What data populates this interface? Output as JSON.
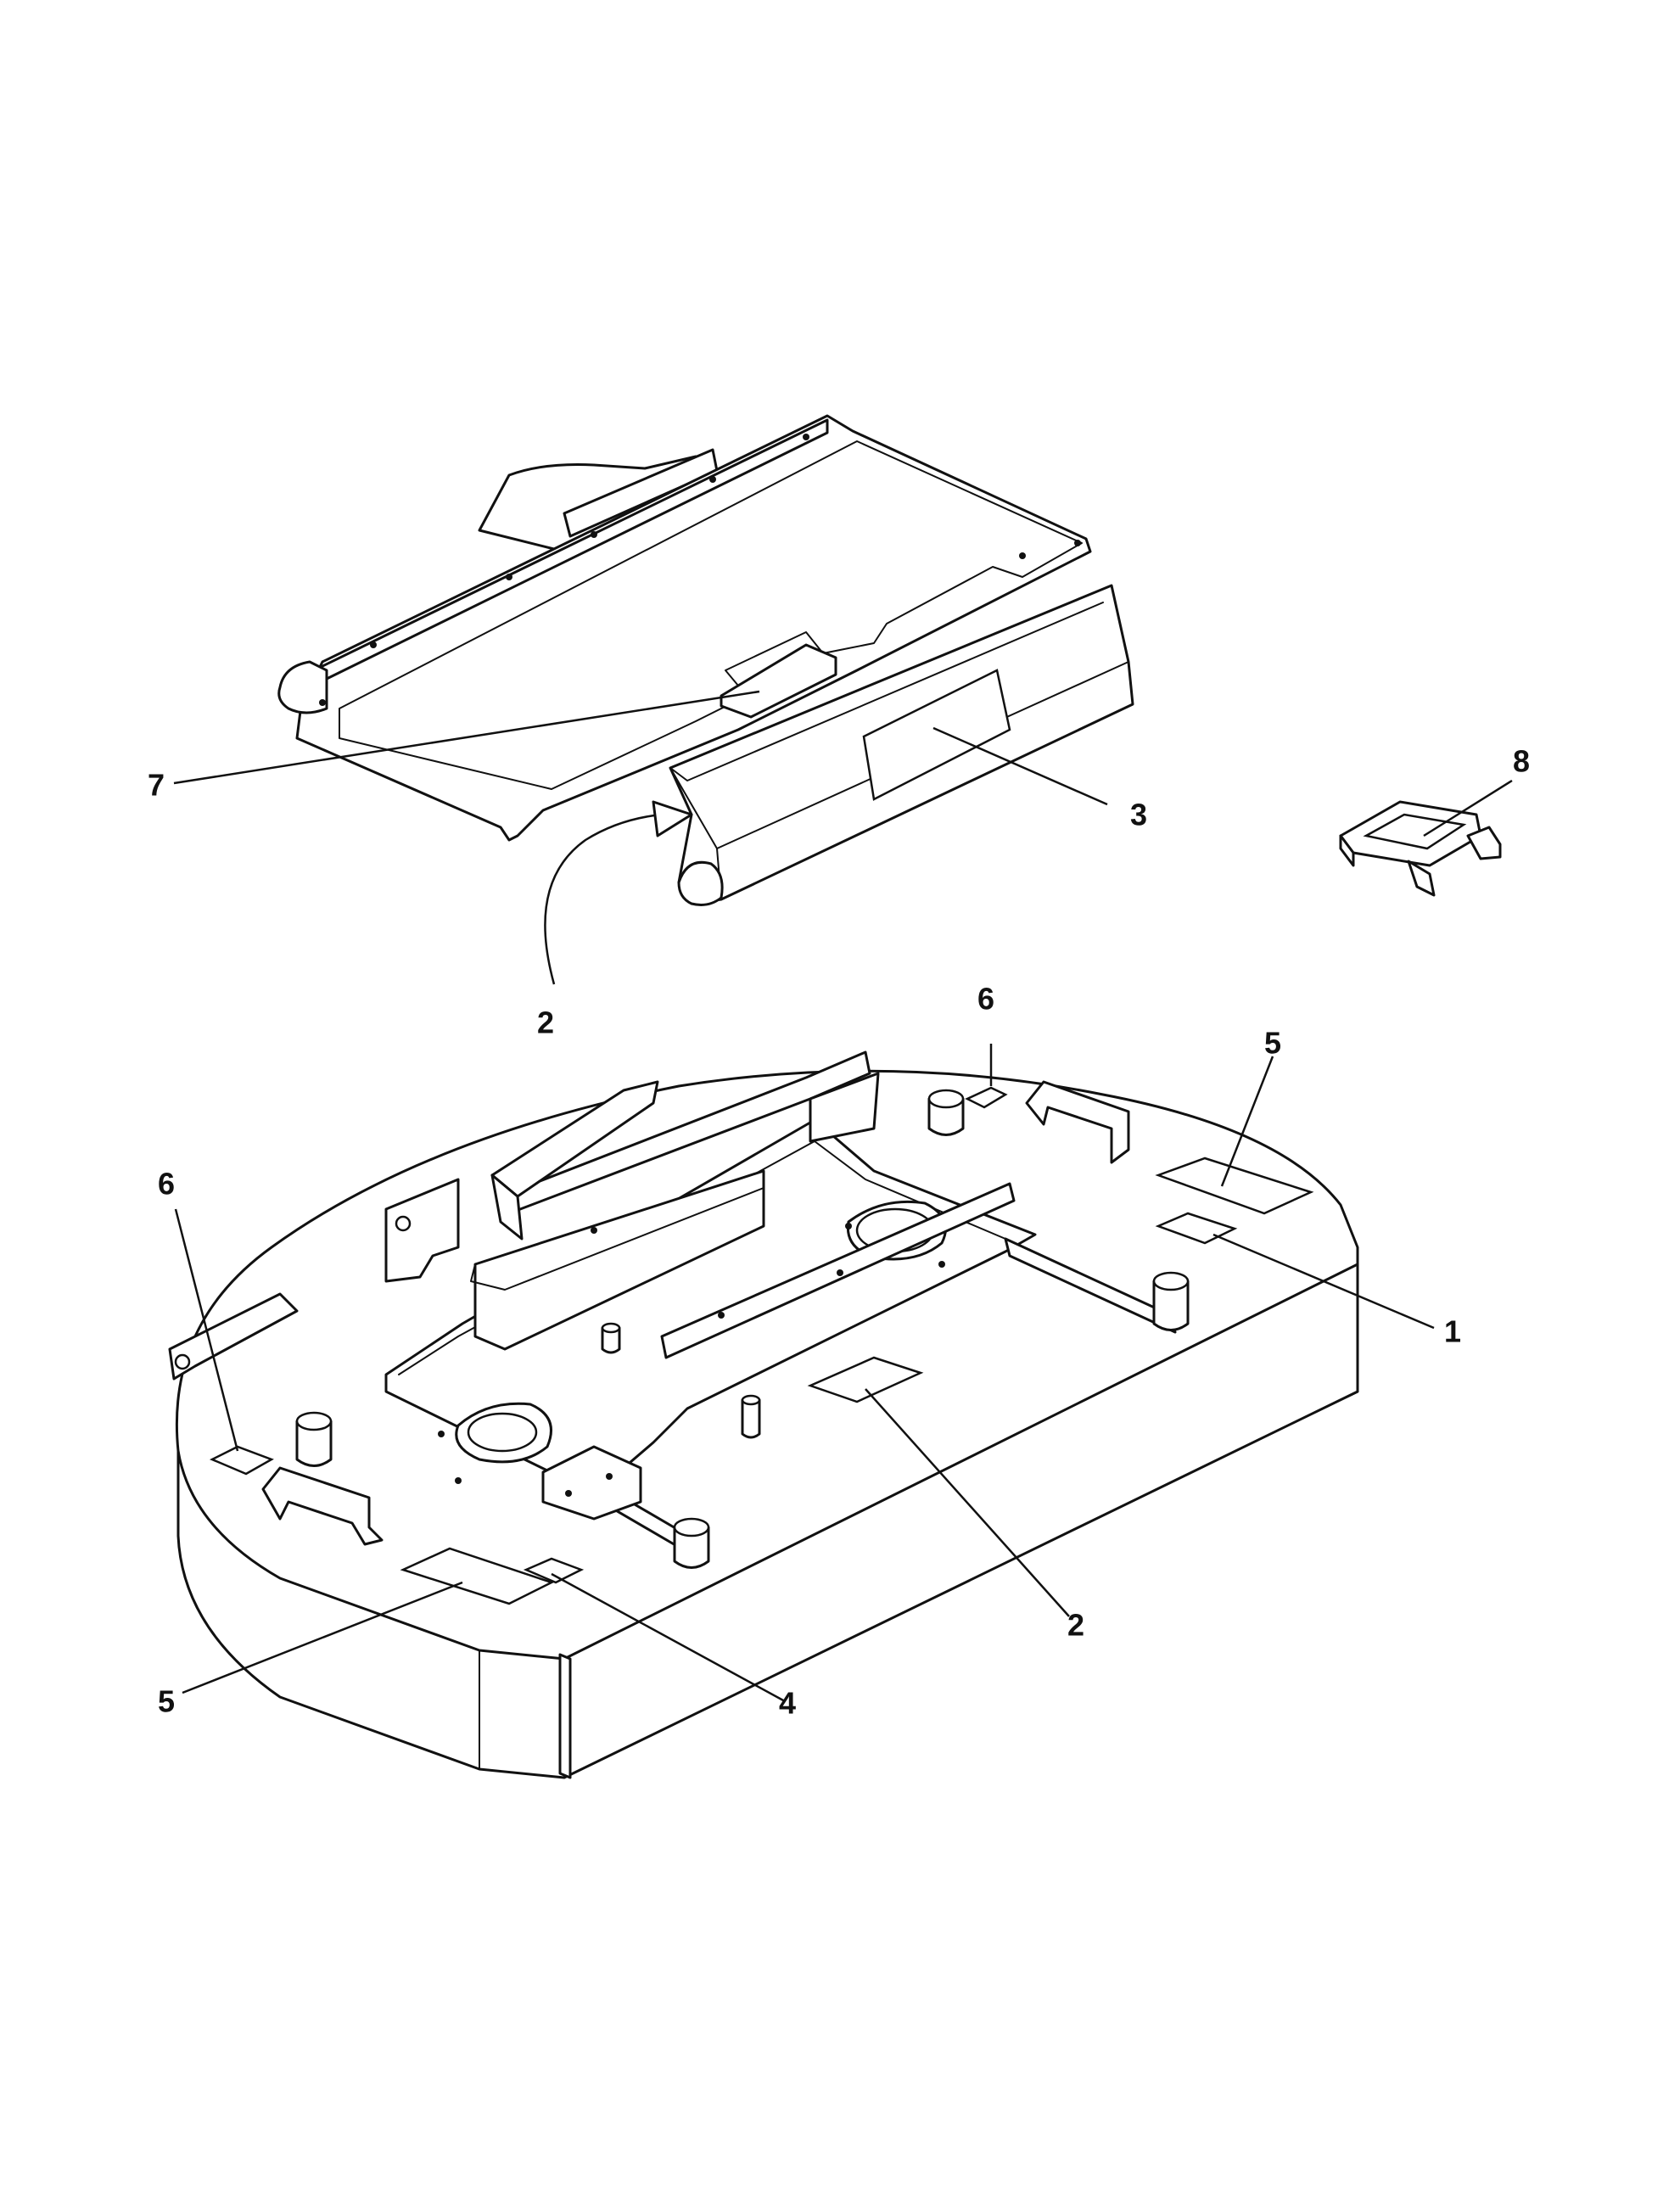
{
  "callouts": {
    "c1": "1",
    "c2_upper": "2",
    "c2_lower": "2",
    "c3": "3",
    "c4": "4",
    "c5_left": "5",
    "c5_right": "5",
    "c6_left": "6",
    "c6_right": "6",
    "c7": "7",
    "c8": "8"
  }
}
